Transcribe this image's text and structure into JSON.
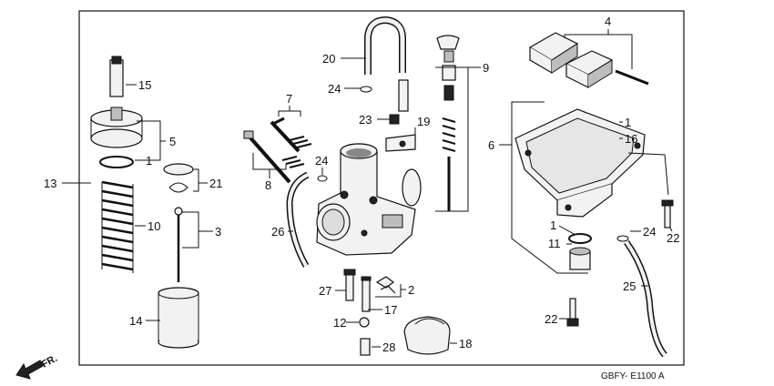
{
  "diagram": {
    "code": "GBFY- E1100 A",
    "direction_label": "FR.",
    "callouts": [
      {
        "id": "c1a",
        "text": "1"
      },
      {
        "id": "c1b",
        "text": "1"
      },
      {
        "id": "c1c",
        "text": "1"
      },
      {
        "id": "c2",
        "text": "2"
      },
      {
        "id": "c3",
        "text": "3"
      },
      {
        "id": "c4",
        "text": "4"
      },
      {
        "id": "c5",
        "text": "5"
      },
      {
        "id": "c6",
        "text": "6"
      },
      {
        "id": "c7",
        "text": "7"
      },
      {
        "id": "c8",
        "text": "8"
      },
      {
        "id": "c9",
        "text": "9"
      },
      {
        "id": "c10",
        "text": "10"
      },
      {
        "id": "c11",
        "text": "11"
      },
      {
        "id": "c12",
        "text": "12"
      },
      {
        "id": "c13",
        "text": "13"
      },
      {
        "id": "c14",
        "text": "14"
      },
      {
        "id": "c15",
        "text": "15"
      },
      {
        "id": "c16",
        "text": "16"
      },
      {
        "id": "c17",
        "text": "17"
      },
      {
        "id": "c18",
        "text": "18"
      },
      {
        "id": "c19",
        "text": "19"
      },
      {
        "id": "c20",
        "text": "20"
      },
      {
        "id": "c21",
        "text": "21"
      },
      {
        "id": "c22a",
        "text": "22"
      },
      {
        "id": "c22b",
        "text": "22"
      },
      {
        "id": "c23",
        "text": "23"
      },
      {
        "id": "c24a",
        "text": "24"
      },
      {
        "id": "c24b",
        "text": "24"
      },
      {
        "id": "c24c",
        "text": "24"
      },
      {
        "id": "c25",
        "text": "25"
      },
      {
        "id": "c26",
        "text": "26"
      },
      {
        "id": "c27",
        "text": "27"
      },
      {
        "id": "c28",
        "text": "28"
      }
    ]
  }
}
